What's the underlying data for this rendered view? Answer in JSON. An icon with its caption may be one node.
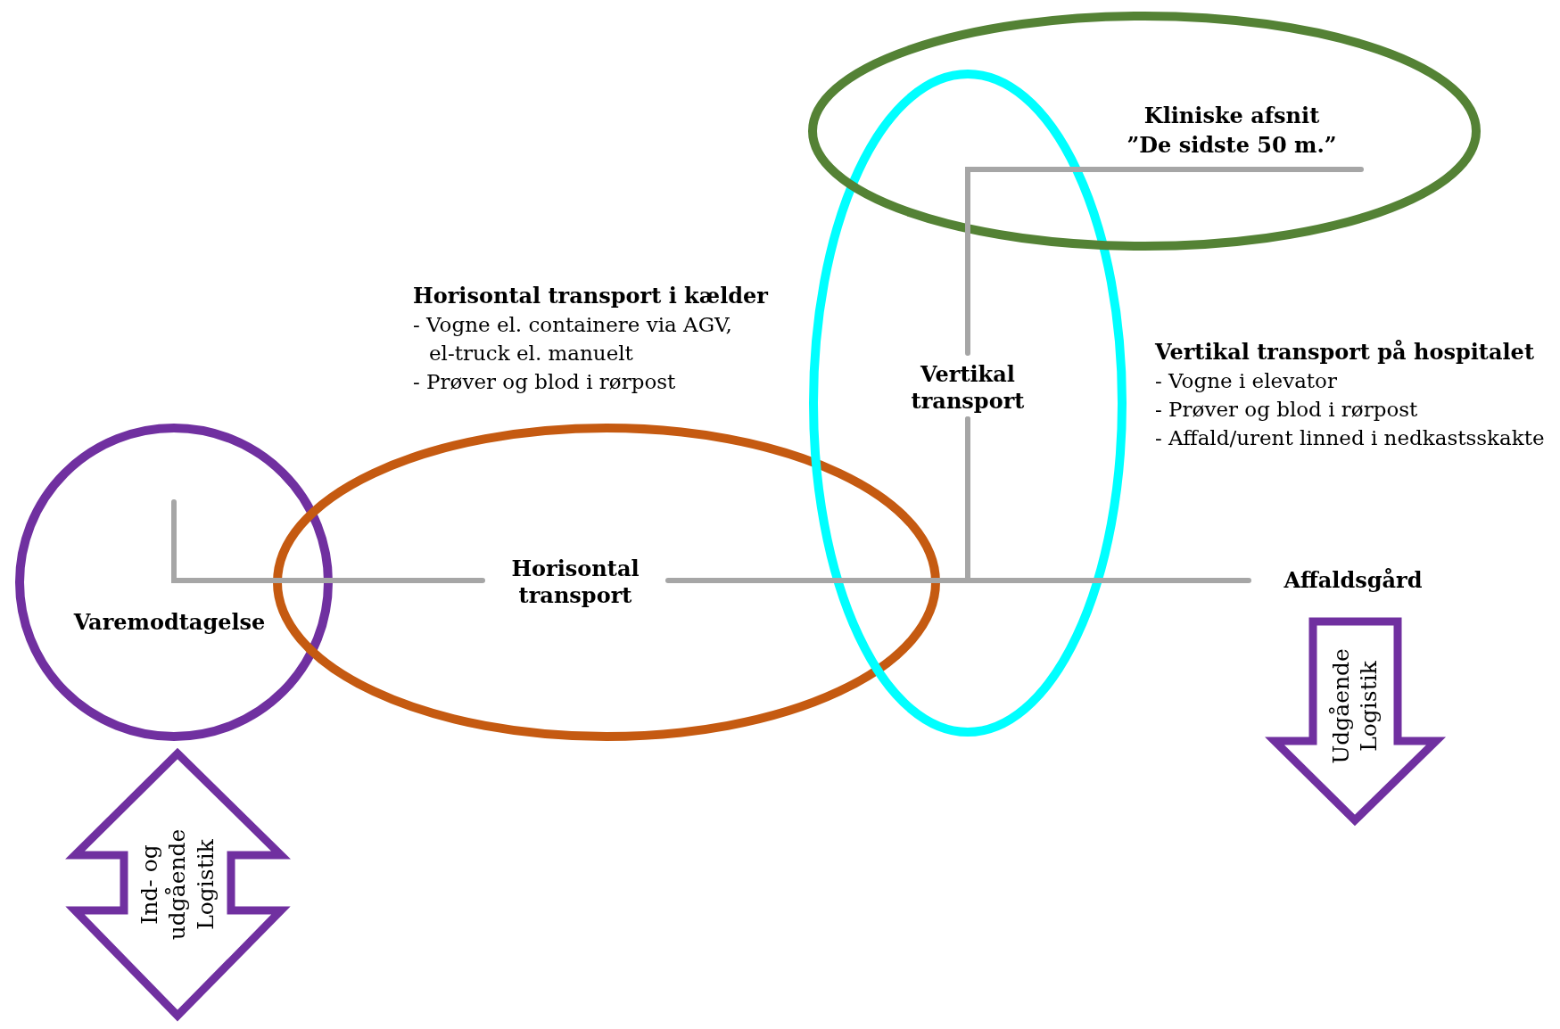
{
  "diagram": {
    "nodes": [
      {
        "text": [
          "Varemodtagelse"
        ]
      },
      {
        "text": [
          "Horisontal transport"
        ]
      },
      {
        "text": [
          "Vertikal transport"
        ]
      },
      {
        "text": [
          "Kliniske afsnit",
          "”De sidste 50 m.”"
        ]
      },
      {
        "text": [
          "Affaldsgård"
        ]
      },
      {
        "text": [
          "Ind- og udgående Logistik"
        ]
      },
      {
        "text": [
          "Udgående Logistik"
        ]
      }
    ],
    "edges": [
      {
        "from": 0,
        "to": 1,
        "arrow": "none"
      },
      {
        "from": 1,
        "to": 2,
        "arrow": "none"
      },
      {
        "from": 2,
        "to": 4,
        "arrow": "none"
      },
      {
        "from": 2,
        "to": 3,
        "arrow": "none"
      }
    ],
    "labels": [
      "Horisontal transport i kælder",
      "- Vogne el. containere via AGV, el-truck el. manuelt",
      "- Prøver og blod i rørpost",
      "Vertikal transport på hospitalet",
      "- Vogne i elevator",
      "- Prøver og blod i rørpost",
      "- Affald/urent linned i nedkastsskakte"
    ]
  }
}
